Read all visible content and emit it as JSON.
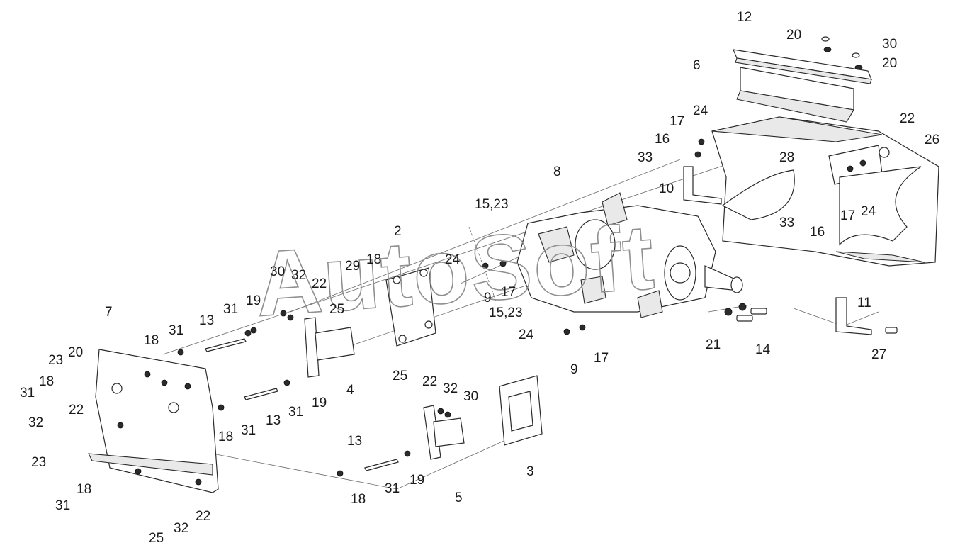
{
  "watermark": "AutoSoft",
  "labels": [
    {
      "id": "l12",
      "text": "12"
    },
    {
      "id": "l20a",
      "text": "20"
    },
    {
      "id": "l30a",
      "text": "30"
    },
    {
      "id": "l20b",
      "text": "20"
    },
    {
      "id": "l6",
      "text": "6"
    },
    {
      "id": "l17a",
      "text": "17"
    },
    {
      "id": "l24a",
      "text": "24"
    },
    {
      "id": "l22a",
      "text": "22"
    },
    {
      "id": "l26",
      "text": "26"
    },
    {
      "id": "l16a",
      "text": "16"
    },
    {
      "id": "l33a",
      "text": "33"
    },
    {
      "id": "l28",
      "text": "28"
    },
    {
      "id": "l10",
      "text": "10"
    },
    {
      "id": "l33b",
      "text": "33"
    },
    {
      "id": "l16b",
      "text": "16"
    },
    {
      "id": "l17b",
      "text": "17"
    },
    {
      "id": "l24b",
      "text": "24"
    },
    {
      "id": "l8",
      "text": "8"
    },
    {
      "id": "l1523a",
      "text": "15,23"
    },
    {
      "id": "l2",
      "text": "2"
    },
    {
      "id": "l18a",
      "text": "18"
    },
    {
      "id": "l24c",
      "text": "24"
    },
    {
      "id": "l29",
      "text": "29"
    },
    {
      "id": "l30b",
      "text": "30"
    },
    {
      "id": "l32a",
      "text": "32"
    },
    {
      "id": "l22b",
      "text": "22"
    },
    {
      "id": "l9a",
      "text": "9"
    },
    {
      "id": "l17c",
      "text": "17"
    },
    {
      "id": "l25a",
      "text": "25"
    },
    {
      "id": "l1523b",
      "text": "15,23"
    },
    {
      "id": "l31a",
      "text": "31"
    },
    {
      "id": "l19a",
      "text": "19"
    },
    {
      "id": "l13a",
      "text": "13"
    },
    {
      "id": "l7",
      "text": "7"
    },
    {
      "id": "l31b",
      "text": "31"
    },
    {
      "id": "l18b",
      "text": "18"
    },
    {
      "id": "l24d",
      "text": "24"
    },
    {
      "id": "l9b",
      "text": "9"
    },
    {
      "id": "l17d",
      "text": "17"
    },
    {
      "id": "l21",
      "text": "21"
    },
    {
      "id": "l14",
      "text": "14"
    },
    {
      "id": "l11",
      "text": "11"
    },
    {
      "id": "l27",
      "text": "27"
    },
    {
      "id": "l23a",
      "text": "23"
    },
    {
      "id": "l20c",
      "text": "20"
    },
    {
      "id": "l18c",
      "text": "18"
    },
    {
      "id": "l31c",
      "text": "31"
    },
    {
      "id": "l22c",
      "text": "22"
    },
    {
      "id": "l4",
      "text": "4"
    },
    {
      "id": "l19b",
      "text": "19"
    },
    {
      "id": "l31d",
      "text": "31"
    },
    {
      "id": "l13b",
      "text": "13"
    },
    {
      "id": "l18d",
      "text": "18"
    },
    {
      "id": "l31e",
      "text": "31"
    },
    {
      "id": "l32b",
      "text": "32"
    },
    {
      "id": "l23b",
      "text": "23"
    },
    {
      "id": "l25b",
      "text": "25"
    },
    {
      "id": "l22d",
      "text": "22"
    },
    {
      "id": "l32c",
      "text": "32"
    },
    {
      "id": "l30c",
      "text": "30"
    },
    {
      "id": "l13c",
      "text": "13"
    },
    {
      "id": "l31f",
      "text": "31"
    },
    {
      "id": "l19c",
      "text": "19"
    },
    {
      "id": "l5",
      "text": "5"
    },
    {
      "id": "l3",
      "text": "3"
    },
    {
      "id": "l18e",
      "text": "18"
    },
    {
      "id": "l31g",
      "text": "31"
    },
    {
      "id": "l18f",
      "text": "18"
    },
    {
      "id": "l25c",
      "text": "25"
    },
    {
      "id": "l32d",
      "text": "32"
    },
    {
      "id": "l22e",
      "text": "22"
    }
  ]
}
